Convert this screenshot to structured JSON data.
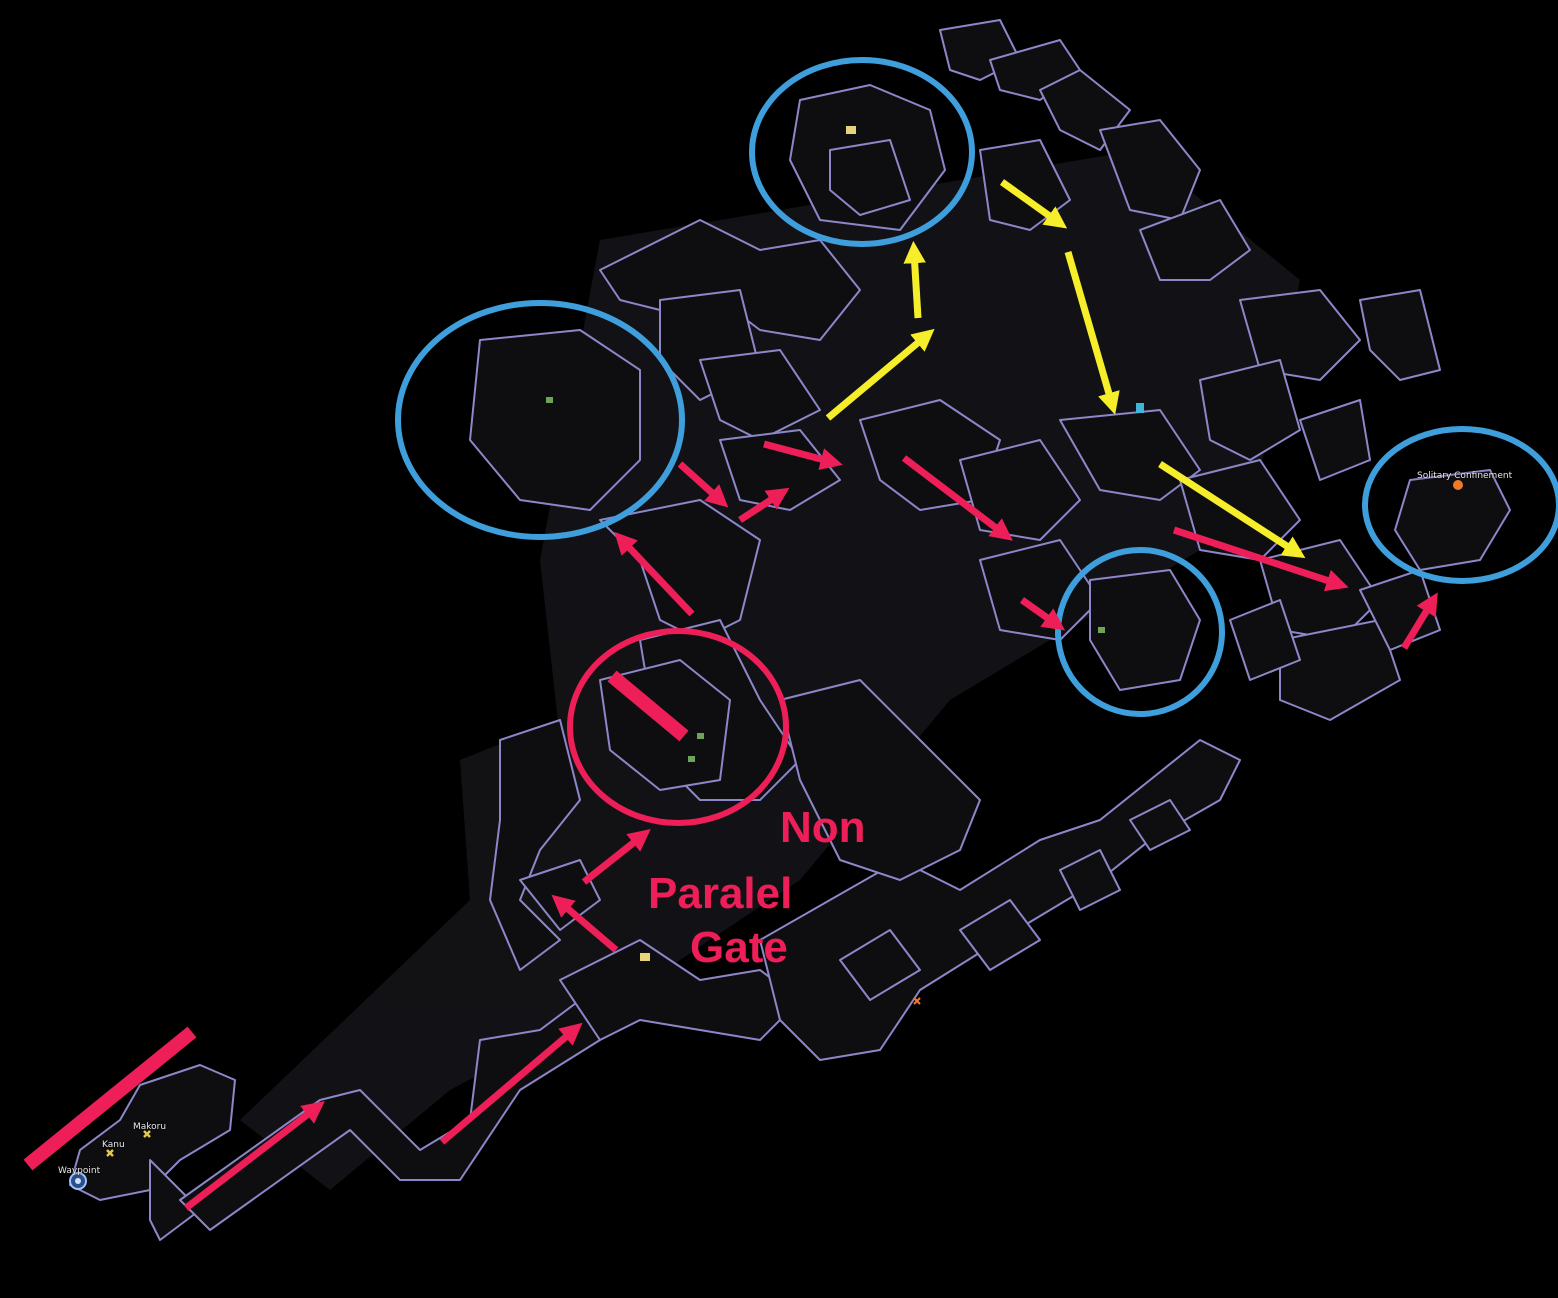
{
  "map": {
    "labels": {
      "waypoint": "Waypoint",
      "kanu": "Kanu",
      "makoru": "Makoru",
      "solitary": "Solitary Confinement"
    },
    "annotations": {
      "non": "Non",
      "paralel": "Paralel",
      "gate": "Gate"
    },
    "colors": {
      "background": "#000000",
      "outline": "#8c87c9",
      "floor": "#0e0e10",
      "path_red": "#ee1f58",
      "path_yellow": "#f6ee2a",
      "zone_blue": "#3e9fdc",
      "zone_red": "#ee1f58"
    },
    "icons": [
      "waypoint-icon",
      "npc-marker-icon",
      "quest-item-icon",
      "chest-icon",
      "boss-marker-icon"
    ]
  }
}
